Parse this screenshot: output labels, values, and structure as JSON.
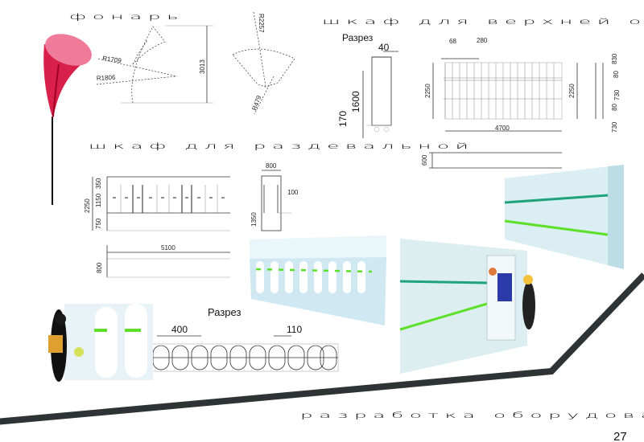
{
  "titles": {
    "lamp": "фонарь",
    "coat_cabinet": "шкаф для верхней одежды",
    "locker_cabinet": "шкаф для раздевальной",
    "footer": "разработка оборудования"
  },
  "page_number": "27",
  "lamp_drawing": {
    "r1": "R1709",
    "r2": "R1806",
    "height": "3013",
    "r3": "R2257",
    "r4": "R479"
  },
  "coat_cabinet": {
    "section_label": "Разрез",
    "section_dims": {
      "width": "40",
      "height": "1600",
      "base": "170"
    },
    "front_dims": {
      "a": "68",
      "b": "280",
      "height_left": "2250",
      "height_right": "2250",
      "length": "4700"
    },
    "side_dims": {
      "d1": "830",
      "d2": "80",
      "d3": "730",
      "d4": "80",
      "d5": "730"
    },
    "plan_dims": {
      "depth": "600"
    }
  },
  "locker_cabinet": {
    "front_dims": {
      "top": "350",
      "middle": "1150",
      "total": "2250",
      "bottom": "750"
    },
    "side_dims": {
      "width": "800",
      "offset": "100",
      "height": "1350"
    },
    "plan_dims": {
      "length": "5100",
      "depth": "800"
    },
    "section_label": "Разрез",
    "section_dims": {
      "module": "400",
      "gap": "110"
    }
  },
  "colors": {
    "accent_green": "#5de02a",
    "lamp_red": "#d8204a",
    "band": "#2e3436",
    "teal_stripe": "#1fa37a"
  }
}
